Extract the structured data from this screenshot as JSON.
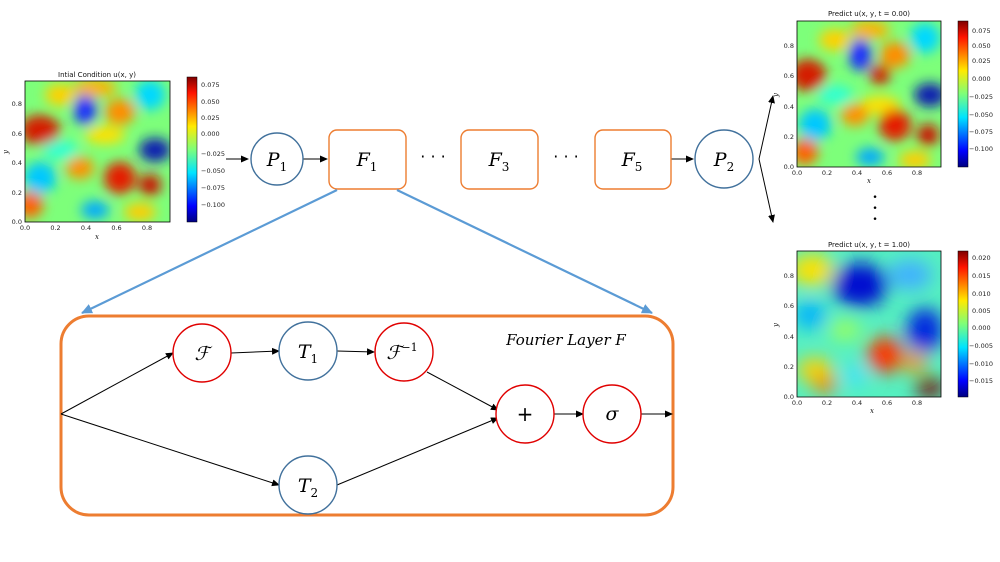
{
  "initial_plot": {
    "title": "Intial Condition u(x, y)",
    "xlabel": "x",
    "ylabel": "y",
    "x_ticks": [
      "0.0",
      "0.2",
      "0.4",
      "0.6",
      "0.8"
    ],
    "y_ticks": [
      "0.0",
      "0.2",
      "0.4",
      "0.6",
      "0.8"
    ],
    "colorbar_ticks": [
      "0.075",
      "0.050",
      "0.025",
      "0.000",
      "−0.025",
      "−0.050",
      "−0.075",
      "−0.100"
    ]
  },
  "pipeline": {
    "p1": {
      "sym": "P",
      "sub": "1"
    },
    "f1": {
      "sym": "F",
      "sub": "1"
    },
    "f3": {
      "sym": "F",
      "sub": "3"
    },
    "f5": {
      "sym": "F",
      "sub": "5"
    },
    "p2": {
      "sym": "P",
      "sub": "2"
    },
    "ellipsis": "· · ·"
  },
  "fourier_layer": {
    "title": "Fourier Layer F",
    "fft": "ℱ",
    "t1": {
      "sym": "T",
      "sub": "1"
    },
    "ifft": {
      "sym": "ℱ",
      "sup": "−1"
    },
    "t2": {
      "sym": "T",
      "sub": "2"
    },
    "plus": "+",
    "sigma": "σ"
  },
  "predict_t0": {
    "title": "Predict u(x, y, t = 0.00)",
    "xlabel": "x",
    "ylabel": "y",
    "x_ticks": [
      "0.0",
      "0.2",
      "0.4",
      "0.6",
      "0.8"
    ],
    "y_ticks": [
      "0.0",
      "0.2",
      "0.4",
      "0.6",
      "0.8"
    ],
    "colorbar_ticks": [
      "0.075",
      "0.050",
      "0.025",
      "0.000",
      "−0.025",
      "−0.050",
      "−0.075",
      "−0.100"
    ]
  },
  "predict_t1": {
    "title": "Predict u(x, y, t = 1.00)",
    "xlabel": "x",
    "ylabel": "y",
    "x_ticks": [
      "0.0",
      "0.2",
      "0.4",
      "0.6",
      "0.8"
    ],
    "y_ticks": [
      "0.0",
      "0.2",
      "0.4",
      "0.6",
      "0.8"
    ],
    "colorbar_ticks": [
      "0.020",
      "0.015",
      "0.010",
      "0.005",
      "0.000",
      "−0.005",
      "−0.010",
      "−0.015"
    ]
  },
  "vertical_dots": "•"
}
